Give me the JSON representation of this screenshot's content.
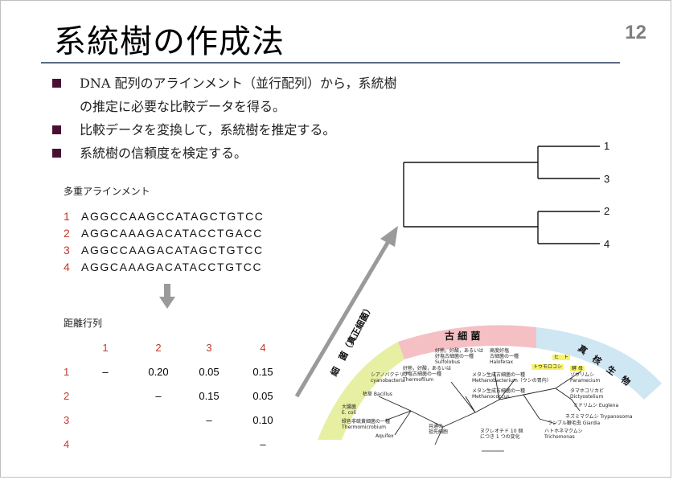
{
  "slide": {
    "title": "系統樹の作成法",
    "page_number": "12",
    "bullets": [
      {
        "line1": "DNA 配列のアラインメント（並行配列）から，系統樹",
        "line2": "の推定に必要な比較データを得る。"
      },
      {
        "line1": "比較データを変換して，系統樹を推定する。",
        "line2": ""
      },
      {
        "line1": "系統樹の信頼度を検定する。",
        "line2": ""
      }
    ]
  },
  "alignment": {
    "label": "多重アラインメント",
    "rows": [
      {
        "idx": "1",
        "seq": "AGGCCAAGCCATAGCTGTCC"
      },
      {
        "idx": "2",
        "seq": "AGGCAAAGACATACCTGACC"
      },
      {
        "idx": "3",
        "seq": "AGGCCAAGACATAGCTGTCC"
      },
      {
        "idx": "4",
        "seq": "AGGCAAAGACATACCTGTCC"
      }
    ]
  },
  "distance_matrix": {
    "label": "距離行列",
    "headers": [
      "1",
      "2",
      "3",
      "4"
    ],
    "rows": [
      {
        "idx": "1",
        "cells": [
          "–",
          "0.20",
          "0.05",
          "0.15"
        ]
      },
      {
        "idx": "2",
        "cells": [
          "",
          "–",
          "0.15",
          "0.05"
        ]
      },
      {
        "idx": "3",
        "cells": [
          "",
          "",
          "–",
          "0.10"
        ]
      },
      {
        "idx": "4",
        "cells": [
          "",
          "",
          "",
          "–"
        ]
      }
    ]
  },
  "tree": {
    "leaves": [
      "1",
      "3",
      "2",
      "4"
    ]
  },
  "universal_tree": {
    "domains": {
      "bacteria": "細　菌（真正細菌）",
      "archaea": "古 細 菌",
      "eukarya": "真　核　生　物"
    },
    "labels": {
      "thermofilum": "好熱，好酸，あるいは\n好塩古細菌の一種\nThermofilum",
      "sulfolobus": "好熱，好酸，あるいは\n好塩古細菌の一種\nSulfolobus",
      "haloferax": "高度好塩\n古細菌の一種\nHaloferax",
      "methanobacterium": "メタン生成古細菌の一種\nMethanobacterium（ウシの胃内）",
      "methanococcus": "メタン生成古細菌の一種\nMethanococcus",
      "cyanobacteria": "シアノバクテリア\ncyanobacteria",
      "bacillus": "枯草 Bacillus",
      "ecoli": "大腸菌\nE. coli",
      "thermomicrobium": "緑色非硫黄細菌の一種\nThermomicrobium",
      "aquifex": "Aquifex",
      "ancestor": "共通の\n祖先細胞",
      "scale": "ヌクレオチド 10 個\nにつき 1 つの変化",
      "trichomonas": "ハトホネマクムシ\nTrichomonas",
      "giardia": "ランブル鞭毛虫 Giardia",
      "trypanosoma": "ネズミマクムシ Trypanosoma",
      "euglena": "ミドリムシ Euglena",
      "dictyostelium": "タマホコリカビ\nDictyostelium",
      "paramecium": "ゾウリムシ\nParamecium",
      "corn": "トウモロコシ",
      "human": "ヒ　ト",
      "yeast": "酵 母"
    }
  },
  "colors": {
    "accent_red": "#c0392b",
    "bullet_mark": "#4a1034",
    "arrow_gray": "#9a9a9a",
    "title_rule": "#5a6a86",
    "band_green": "#e7f0a2",
    "band_pink": "#f4c0c4",
    "band_blue": "#cfe6f3"
  }
}
